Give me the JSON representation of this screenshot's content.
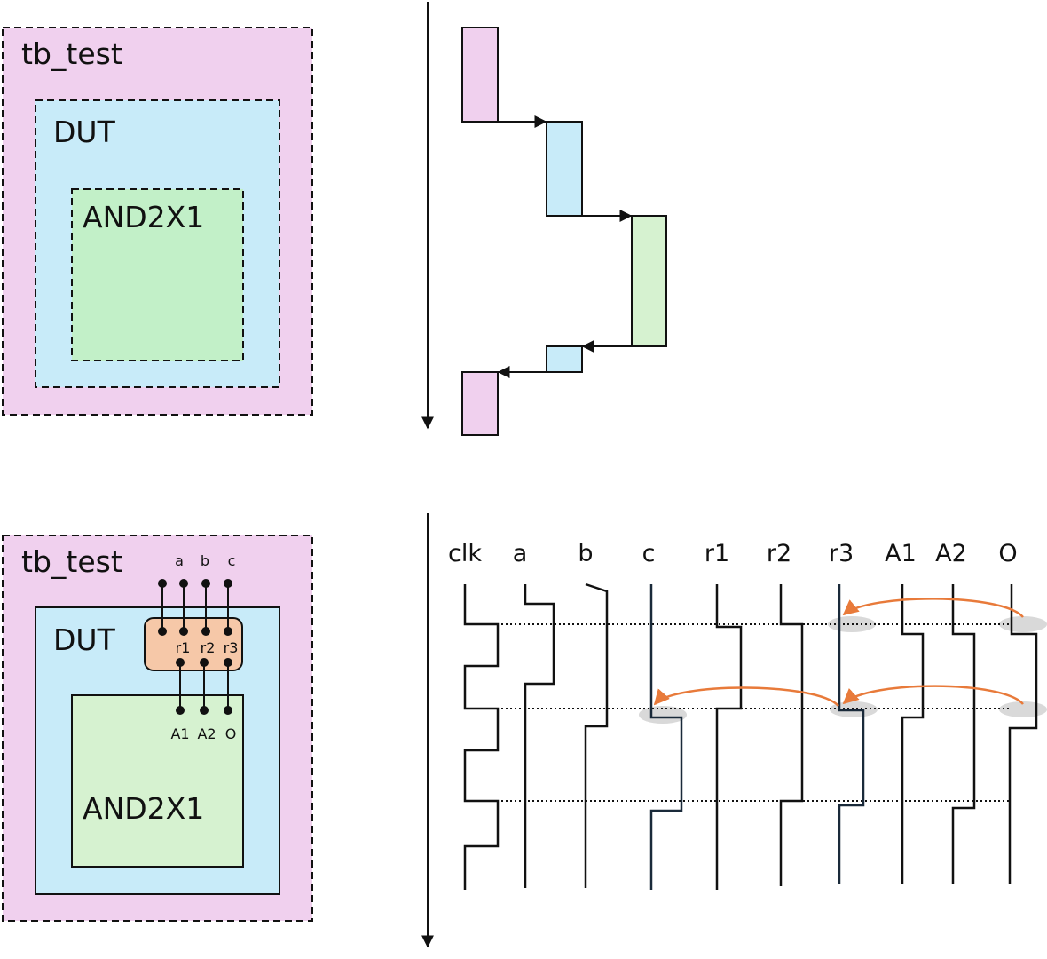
{
  "top_hierarchy": {
    "outer_label": "tb_test",
    "middle_label": "DUT",
    "inner_label": "AND2X1"
  },
  "bottom_hierarchy": {
    "outer_label": "tb_test",
    "middle_label": "DUT",
    "inner_label": "AND2X1",
    "top_ports": [
      "a",
      "b",
      "c"
    ],
    "register_labels": [
      "r1",
      "r2",
      "r3"
    ],
    "inner_ports": [
      "A1",
      "A2",
      "O"
    ]
  },
  "signals": [
    "clk",
    "a",
    "b",
    "c",
    "r1",
    "r2",
    "r3",
    "A1",
    "A2",
    "O"
  ],
  "colors": {
    "tb_fill": "#f0d0ee",
    "dut_fill": "#c8ebf9",
    "and_fill_top": "#c2f0c8",
    "and_fill_bottom": "#d6f2d0",
    "reg_fill": "#f6c8a8",
    "arrow_orange": "#e87a3a",
    "highlight_gray": "#d9d9d9"
  }
}
